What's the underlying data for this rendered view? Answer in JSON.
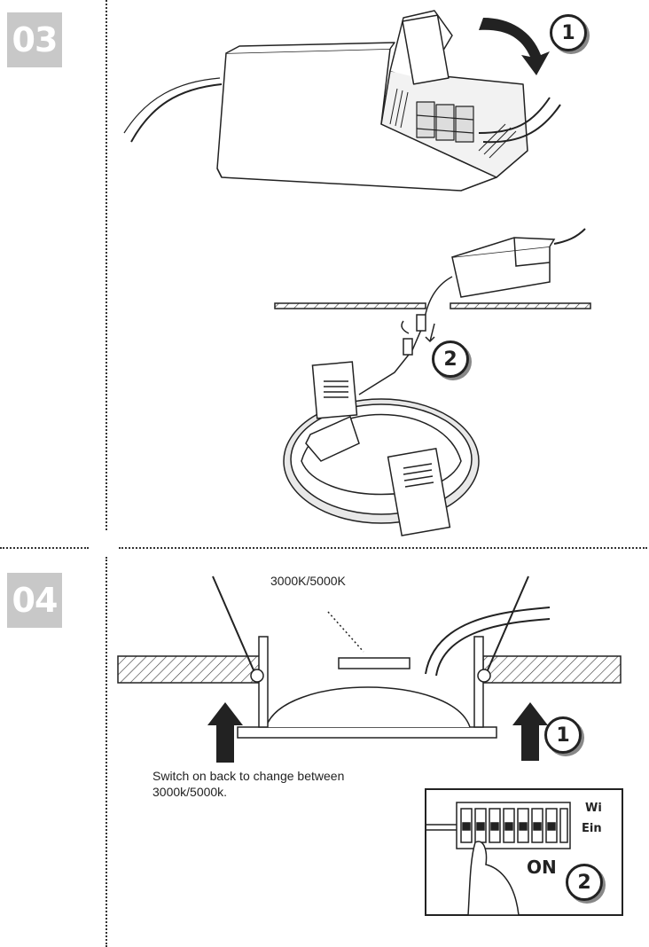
{
  "steps": {
    "step3": {
      "number": "03",
      "markers": [
        "1",
        "2"
      ]
    },
    "step4": {
      "number": "04",
      "color_temp_label": "3000K/5000K",
      "caption": "Switch on back to change between 3000k/5000k.",
      "markers": [
        "1",
        "2"
      ],
      "switch_panel": {
        "label_1": "Wi",
        "label_2": "Ein",
        "on_label": "ON"
      }
    }
  },
  "colors": {
    "badge": "#c8c8c8",
    "line": "#222222"
  }
}
